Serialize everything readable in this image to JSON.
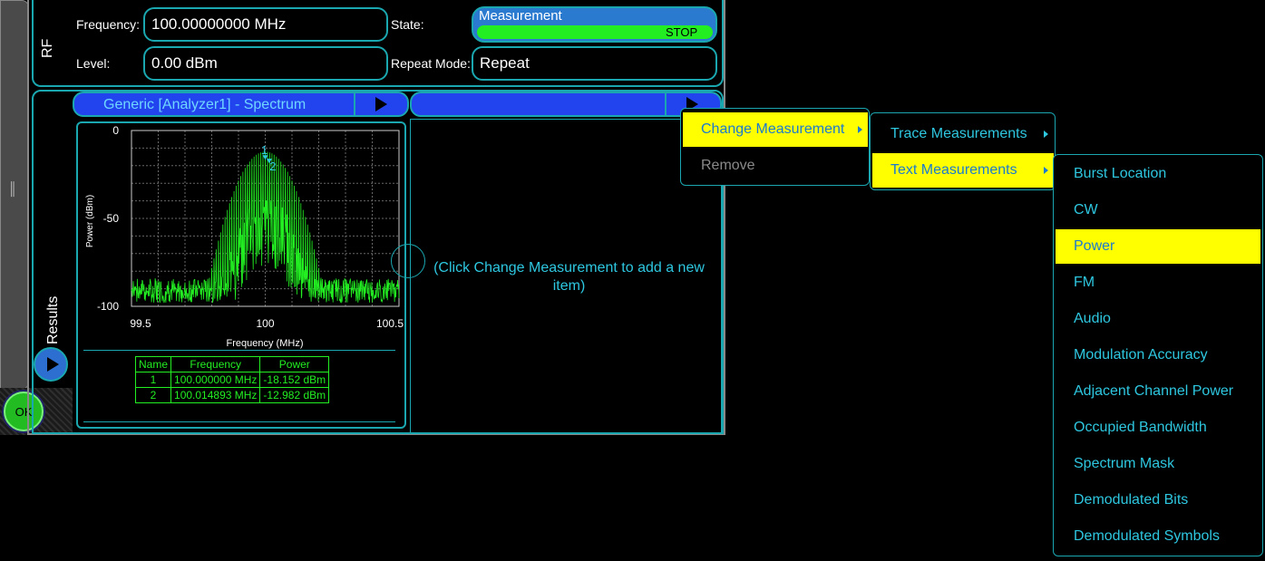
{
  "rf": {
    "section_label": "RF",
    "frequency_label": "Frequency:",
    "frequency_value": "100.00000000 MHz",
    "level_label": "Level:",
    "level_value": "0.00 dBm",
    "state_label": "State:",
    "state_title": "Measurement",
    "state_status": "STOP",
    "repeat_label": "Repeat Mode:",
    "repeat_value": "Repeat"
  },
  "results": {
    "section_label": "Results",
    "tab1_title": "Generic [Analyzer1] -  Spectrum",
    "hint": "(Click Change Measurement to add a new item)"
  },
  "ok_label": "OK",
  "chart_data": {
    "type": "line",
    "title": "",
    "xlabel": "Frequency (MHz)",
    "ylabel": "Power (dBm)",
    "xlim": [
      99.5,
      100.5
    ],
    "ylim": [
      -100,
      0
    ],
    "x_ticks": [
      "99.5",
      "100",
      "100.5"
    ],
    "y_ticks": [
      "0",
      "-50",
      "-100"
    ],
    "grid": true,
    "series_color": "#22ee22",
    "markers": [
      {
        "name": "1",
        "x": 100.0,
        "y": -18.152
      },
      {
        "name": "2",
        "x": 100.014893,
        "y": -12.982
      }
    ]
  },
  "marker_table": {
    "headers": [
      "Name",
      "Frequency",
      "Power"
    ],
    "rows": [
      [
        "1",
        "100.000000 MHz",
        "-18.152 dBm"
      ],
      [
        "2",
        "100.014893 MHz",
        "-12.982 dBm"
      ]
    ]
  },
  "menu1": {
    "items": [
      {
        "label": "Change Measurement",
        "selected": true,
        "submenu": true
      },
      {
        "label": "Remove",
        "disabled": true
      }
    ]
  },
  "menu2": {
    "items": [
      {
        "label": "Trace Measurements",
        "submenu": true
      },
      {
        "label": "Text Measurements",
        "selected": true,
        "submenu": true
      }
    ]
  },
  "menu3": {
    "items": [
      "Burst Location",
      "CW",
      "Power",
      "FM",
      "Audio",
      "Modulation Accuracy",
      "Adjacent Channel Power",
      "Occupied Bandwidth",
      "Spectrum Mask",
      "Demodulated Bits",
      "Demodulated Symbols"
    ],
    "selected_index": 2
  },
  "colors": {
    "accent": "#1aa7b0",
    "highlight": "#ffff00",
    "menu_text": "#2ec7e0",
    "trace": "#22ee22"
  }
}
